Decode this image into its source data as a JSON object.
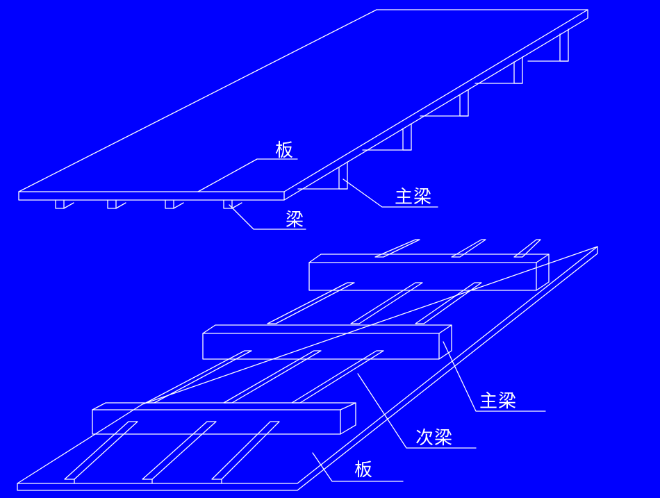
{
  "colors": {
    "background": "#0000ff",
    "line": "#ffffff"
  },
  "diagram_top": {
    "labels": {
      "slab": "板",
      "beam": "梁",
      "main_beam": "主梁"
    }
  },
  "diagram_bottom": {
    "labels": {
      "main_beam": "主梁",
      "secondary_beam": "次梁",
      "slab": "板"
    }
  }
}
